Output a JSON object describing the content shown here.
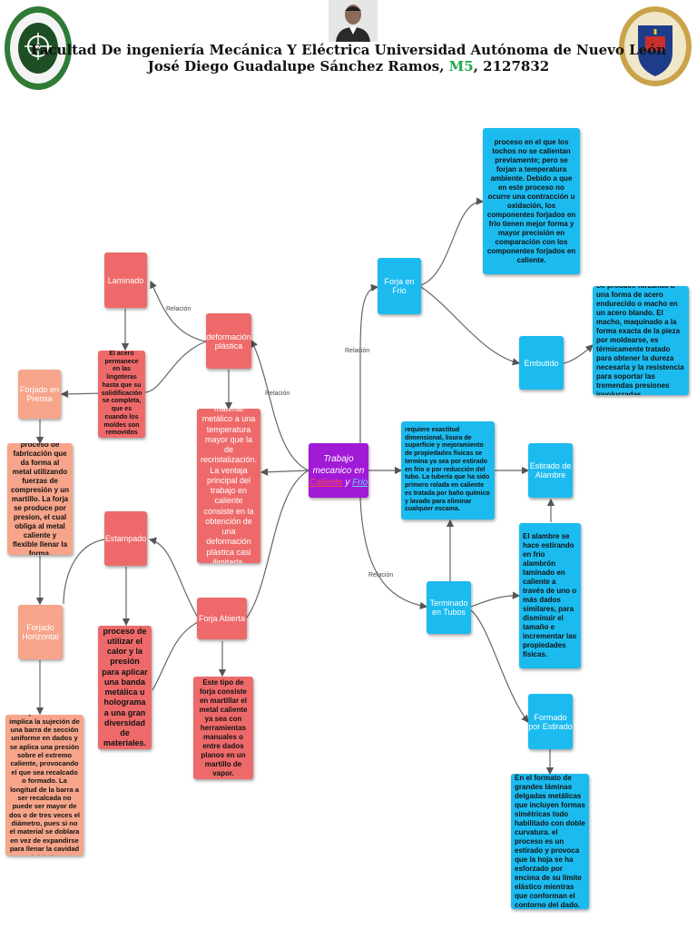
{
  "header": {
    "line1": "Facultad De ingeniería Mecánica Y Eléctrica Universidad Autónoma de Nuevo León",
    "line2_name": "José Diego Guadalupe Sánchez Ramos,",
    "line2_group": "M5",
    "line2_id": ", 2127832",
    "left_logo_text": "FACULTAD DE INGENIERIA MECANICA Y ELECTRICA",
    "left_logo_bottom": "U.A.N.L.",
    "right_logo_text": "UNIVERSIDAD AUTONOMA DE NUEVO LEON",
    "right_logo_motto": "ALERE FLAMMAM VERITATIS"
  },
  "relation_label": "Relación",
  "nodes": {
    "center": {
      "line1": "Trabajo",
      "line2": "mecanico en",
      "w1": "Caliente",
      "y": "y",
      "w2": "Frio"
    },
    "laminado": "Laminado",
    "deformacion": "deformación plástica",
    "laminado_desc": "El acero permanece en las lingoteras hasta que su solidificación se completa, que es cuando los moldes son removidos",
    "forjado_prensa": "Forjado en Prensa",
    "forjado_prensa_desc": "proceso de fabricación que da forma al metal utilizando fuerzas de compresión y un martillo. La forja se produce por presion, el cual obliga al metal caliente y flexible llenar la forma.",
    "material_desc": "material metálico a una temperatura mayor que la de recristalización. La ventaja principal del trabajo en caliente consiste en la obtención de una deformación plástica casi ilimitada.",
    "estampado": "Estampado",
    "forjado_horizontal": "Forjado Horizontal",
    "forjado_horizontal_desc": "El forjado horizontal implica la sujeción de una barra de sección uniforme en dados y se aplica una presión sobre el extremo caliente, provocando el que sea recalcado o formado. La longitud de la barra a ser recalcada no puede ser mayor de dos o de tres veces el diámetro, pues si no el material se doblara en vez de expandirse para llenar la cavidad del dado.",
    "estampado_desc": "proceso de utilizar el calor y la presión para aplicar una banda metálica u holograma a una gran diversidad de materiales.",
    "forja_abierta": "Forja Abierta",
    "forja_abierta_desc": "Este tipo de forja consiste en martillar el metal caliente ya sea con herramientas manuales o entre dados planos en un martillo de vapor.",
    "frio_desc": "proceso en el que los tochos no se calientan previamente; pero se forjan a temperatura ambiente. Debido a que en este proceso no ocurre una contracción u oxidación, los componentes forjados en frío tienen mejor forma y mayor precisión en comparación con los componentes forjados en caliente.",
    "forja_frio": "Forja en Frio",
    "embutido": "Embutido",
    "embutido_desc": "Se produce forzando a una forma de acero endurecido o macho en un acero blando. El macho, maquinado a la forma exacta de la pieza por moldearse, es térmicamente tratado para obtener la dureza necesaria y la resistencia para soportar las tremendas presiones involucradas.",
    "tubos_desc": "requiere exactitud dimensional, lisura de superficie y mejoramiento de propiedades físicas se termina ya sea por estirado en frio o por reducción del tubo. La tubería que ha sido primero rolada en caliente es tratada por baño químico y lavado para eliminar cualquier escama.",
    "estirado_alambre": "Estirado de Alambre",
    "alambre_desc": "El alambre se hace estirando en frio alambrón laminado en caliente a través de uno o más dados similares, para disminuir el tamaño e incrementar las propiedades físicas.",
    "terminado_tubos": "Terminado en Tubos",
    "formado_estirado": "Formado por Estirado",
    "formado_desc": "En el formato de grandes láminas delgadas metálicas que incluyen formas simétricas todo habilitado con doble curvatura. el proceso es un estirado y provoca que la hoja se ha esforzado por encima de su límite elástico mientras que conforman el contorno del dado."
  },
  "colors": {
    "red": "#ee6a6a",
    "salmon": "#f6a58a",
    "blue": "#1cbbef",
    "purple": "#a11ad6",
    "green": "#1fa84f"
  }
}
